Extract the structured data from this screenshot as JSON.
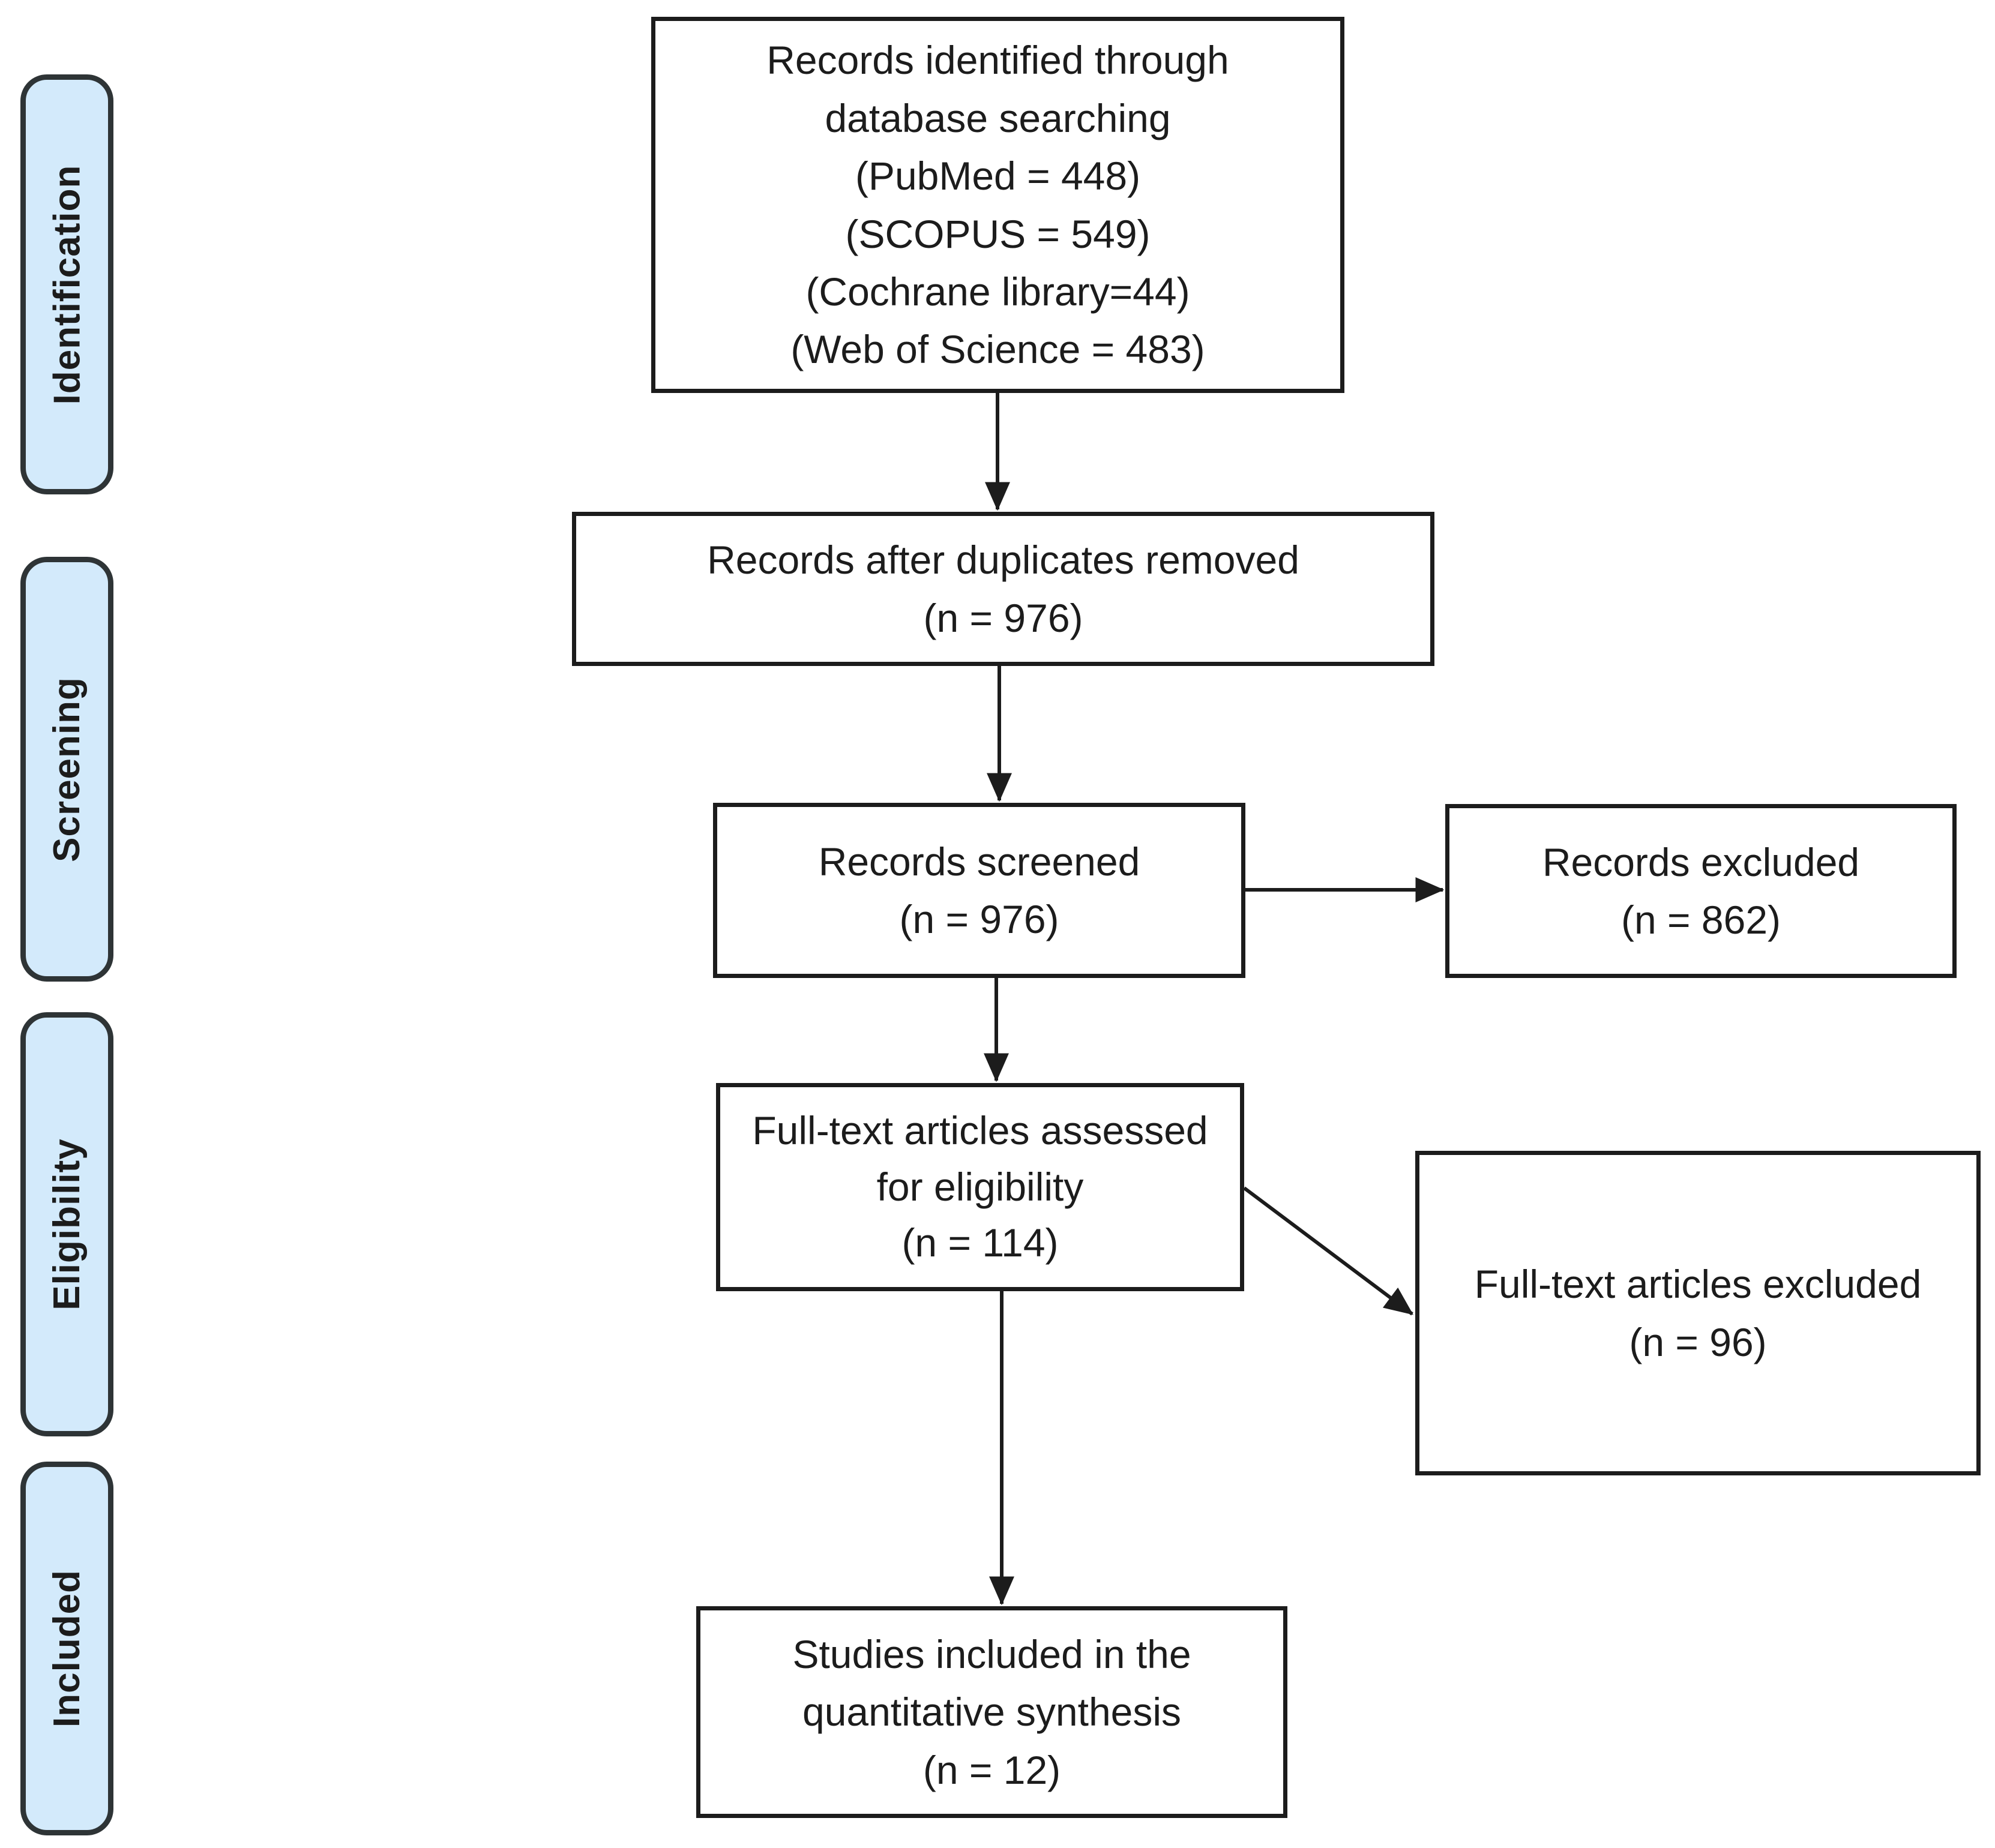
{
  "figure": {
    "type": "flow-diagram"
  },
  "colors": {
    "stage_fill": "#d3eafb",
    "stage_border": "#2e3436",
    "box_fill": "#ffffff",
    "box_border": "#1c1c1c",
    "arrow": "#1c1c1c",
    "text": "#1c1c1c"
  },
  "stages": [
    {
      "label": "Identification"
    },
    {
      "label": "Screening"
    },
    {
      "label": "Eligibility"
    },
    {
      "label": "Included"
    }
  ],
  "boxes": {
    "identified": {
      "lines": [
        "Records identified through",
        "database searching",
        "(PubMed = 448)",
        "(SCOPUS = 549)",
        "(Cochrane library=44)",
        "(Web of Science = 483)"
      ]
    },
    "duplicates_removed": {
      "lines": [
        "Records after duplicates removed",
        "(n = 976)"
      ]
    },
    "screened": {
      "lines": [
        "Records screened",
        "(n = 976)"
      ]
    },
    "records_excluded": {
      "lines": [
        "Records excluded",
        "(n = 862)"
      ]
    },
    "fulltext_assessed": {
      "lines": [
        "Full-text articles assessed",
        "for eligibility",
        "(n = 114)"
      ]
    },
    "fulltext_excluded": {
      "lines": [
        "Full-text articles excluded",
        "(n = 96)"
      ]
    },
    "included_quantitative": {
      "lines": [
        "Studies included in the",
        "quantitative synthesis",
        "(n = 12)"
      ]
    }
  }
}
